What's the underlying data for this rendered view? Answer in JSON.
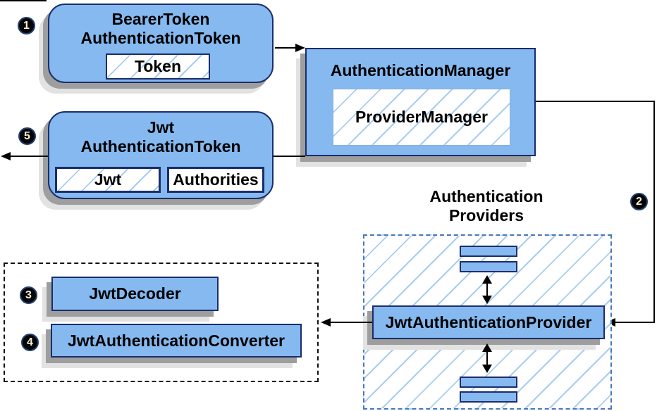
{
  "nodes": {
    "bearer_token": {
      "title": "BearerToken\nAuthenticationToken",
      "field_token": "Token"
    },
    "authentication_manager": {
      "title": "AuthenticationManager",
      "inner": "ProviderManager"
    },
    "jwt_authentication_token": {
      "title": "Jwt\nAuthenticationToken",
      "field_jwt": "Jwt",
      "field_authorities": "Authorities"
    },
    "authentication_providers": {
      "label": "Authentication\nProviders"
    },
    "jwt_authentication_provider": {
      "title": "JwtAuthenticationProvider"
    },
    "jwt_decoder": {
      "title": "JwtDecoder"
    },
    "jwt_authentication_converter": {
      "title": "JwtAuthenticationConverter"
    }
  },
  "steps": {
    "step1": "1",
    "step2": "2",
    "step3": "3",
    "step4": "4",
    "step5": "5"
  },
  "colors": {
    "node_fill": "#85b9f0",
    "node_border": "#1b2d6b",
    "hatch_line": "#a9cdf3",
    "shadow_dark": "#9e9e9e",
    "shadow_light": "#e2e2e2",
    "dashed_blue_border": "#4778b8",
    "dashed_black_border": "#111111",
    "edge": "#000000",
    "badge_fill": "#050508",
    "badge_text": "#f6eed8"
  }
}
